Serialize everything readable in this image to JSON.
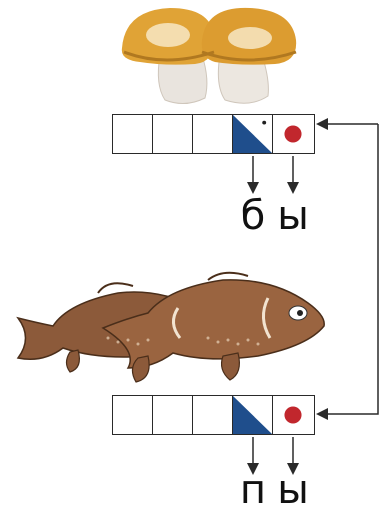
{
  "rows": [
    {
      "picture": "mushrooms",
      "cells": [
        "empty",
        "empty",
        "empty",
        "soft-consonant",
        "vowel"
      ],
      "letters": [
        "б",
        "ы"
      ]
    },
    {
      "picture": "fish",
      "cells": [
        "empty",
        "empty",
        "empty",
        "soft-consonant",
        "vowel"
      ],
      "letters": [
        "п",
        "ы"
      ]
    }
  ],
  "colors": {
    "consonant_blue": "#1f4e8c",
    "vowel_red": "#c1272d",
    "line": "#2a2a2a",
    "mushroom_cap": "#e0a336",
    "fish_body": "#8c5a3a"
  }
}
